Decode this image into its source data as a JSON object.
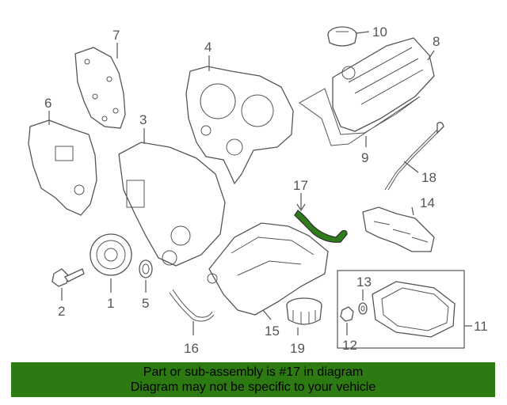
{
  "callouts": {
    "c1": "1",
    "c2": "2",
    "c3": "3",
    "c4": "4",
    "c5": "5",
    "c6": "6",
    "c7": "7",
    "c8": "8",
    "c9": "9",
    "c10": "10",
    "c11": "11",
    "c12": "12",
    "c13": "13",
    "c14": "14",
    "c15": "15",
    "c16": "16",
    "c17": "17",
    "c18": "18",
    "c19": "19"
  },
  "highlight_part": "17",
  "colors": {
    "highlight": "#2e7d1a",
    "banner": "#2d7a12",
    "linework": "#555555"
  },
  "banner": {
    "line1": "Part or sub-assembly is #17 in diagram",
    "line2": "Diagram may not be specific to your vehicle"
  }
}
